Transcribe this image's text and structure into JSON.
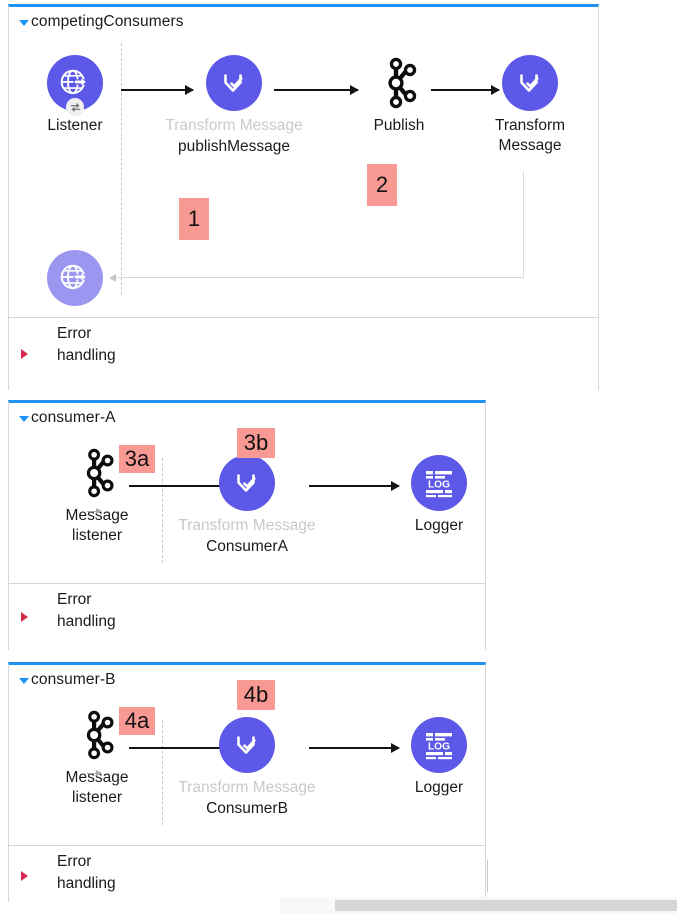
{
  "app": {
    "flows": [
      {
        "id": "competingConsumers",
        "title": "competingConsumers",
        "error_handling_label": "Error\nhandling",
        "nodes": [
          {
            "key": "listener",
            "icon": "globe-arrow-icon",
            "label": "Listener",
            "sublabel": ""
          },
          {
            "key": "transform1",
            "icon": "transform-message-icon",
            "label": "Transform Message",
            "sublabel": "publishMessage"
          },
          {
            "key": "publish",
            "icon": "kafka-icon",
            "label": "Publish",
            "sublabel": ""
          },
          {
            "key": "transform2",
            "icon": "transform-message-icon",
            "label": "Transform\nMessage",
            "sublabel": ""
          },
          {
            "key": "response",
            "icon": "globe-arrow-icon",
            "label": "",
            "sublabel": ""
          }
        ],
        "badges": [
          {
            "text": "1"
          },
          {
            "text": "2"
          }
        ]
      },
      {
        "id": "consumer-A",
        "title": "consumer-A",
        "error_handling_label": "Error\nhandling",
        "nodes": [
          {
            "key": "listener",
            "icon": "kafka-icon",
            "label": "Message\nlistener",
            "sublabel": ""
          },
          {
            "key": "transform",
            "icon": "transform-message-icon",
            "label": "Transform Message",
            "sublabel": "ConsumerA"
          },
          {
            "key": "logger",
            "icon": "logger-icon",
            "label": "Logger",
            "sublabel": ""
          }
        ],
        "badges": [
          {
            "text": "3a"
          },
          {
            "text": "3b"
          }
        ]
      },
      {
        "id": "consumer-B",
        "title": "consumer-B",
        "error_handling_label": "Error\nhandling",
        "nodes": [
          {
            "key": "listener",
            "icon": "kafka-icon",
            "label": "Message\nlistener",
            "sublabel": ""
          },
          {
            "key": "transform",
            "icon": "transform-message-icon",
            "label": "Transform Message",
            "sublabel": "ConsumerB"
          },
          {
            "key": "logger",
            "icon": "logger-icon",
            "label": "Logger",
            "sublabel": ""
          }
        ],
        "badges": [
          {
            "text": "4a"
          },
          {
            "text": "4b"
          }
        ]
      }
    ],
    "logger_icon_text": "LOG",
    "colors": {
      "panel_accent": "#1f92f3",
      "node_primary": "#5c59e8",
      "node_light": "#9b97f0",
      "highlight": "#f89a93",
      "error_caret": "#d62b4e",
      "muted_label": "#c9c9c9"
    }
  }
}
